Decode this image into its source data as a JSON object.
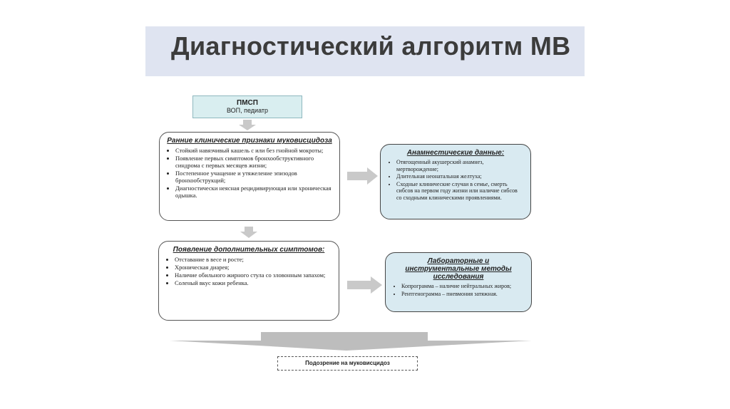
{
  "title": "Диагностический алгоритм МВ",
  "pmsp": {
    "heading": "ПМСП",
    "sub": "ВОП, педиатр"
  },
  "early_signs": {
    "title": "Ранние клинические признаки муковисцидоза",
    "items": [
      "Стойкий навязчивый кашель с или без гнойной мокроты;",
      "Появление первых симптомов бронхообструктивного синдрома с первых месяцев жизни;",
      "Постепенное учащение и утяжеление эпизодов бронхообструкций;",
      "Диагностически неясная рецидивирующая или хроническая одышка."
    ]
  },
  "additional_symptoms": {
    "title": "Появление дополнительных симптомов:",
    "items": [
      "Отставание в весе и росте;",
      "Хроническая диарея;",
      "Наличие обильного жирного стула со зловонным запахом;",
      "Соленый вкус кожи ребенка."
    ]
  },
  "anamnesis": {
    "title": "Анамнестические данные:",
    "items": [
      "Отягощенный акушерский анамнез, мертворождение;",
      "Длительная неонатальная желтуха;",
      "Сходные клинические случаи в семье, смерть сибсов на первом году жизни или наличие сибсов со сходными клиническими проявлениями."
    ]
  },
  "lab_methods": {
    "title": "Лабораторные и инструментальные методы исследования",
    "items": [
      "Копрограмма – наличие нейтральных жиров;",
      "Рентгенограмма – пневмония затяжная."
    ]
  },
  "result": "Подозрение на муковисцидоз"
}
